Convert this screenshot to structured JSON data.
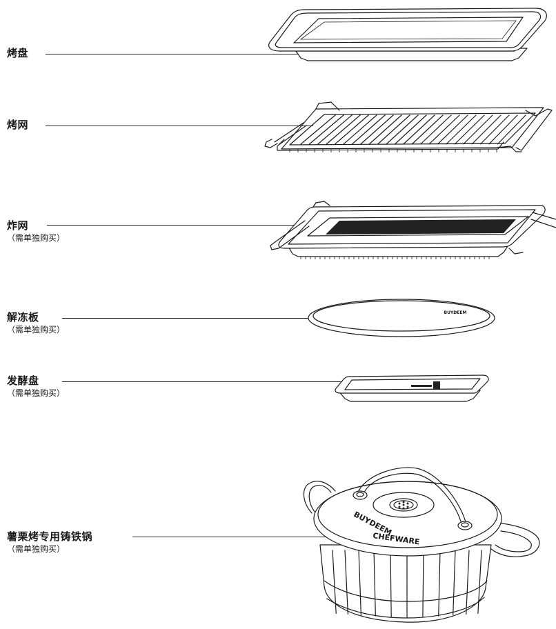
{
  "items": [
    {
      "name": "烤盘",
      "note": ""
    },
    {
      "name": "烤网",
      "note": ""
    },
    {
      "name": "炸网",
      "note": "（需单独购买）"
    },
    {
      "name": "解冻板",
      "note": "（需单独购买）"
    },
    {
      "name": "发酵盘",
      "note": "（需单独购买）"
    },
    {
      "name": "薯栗烤专用铸铁锅",
      "note": "（需单独购买）"
    }
  ],
  "pot": {
    "brand_left": "BUYDEEM",
    "brand_right": "CHEFWARE"
  },
  "thaw_plate": {
    "brand": "BUYDEEM"
  }
}
